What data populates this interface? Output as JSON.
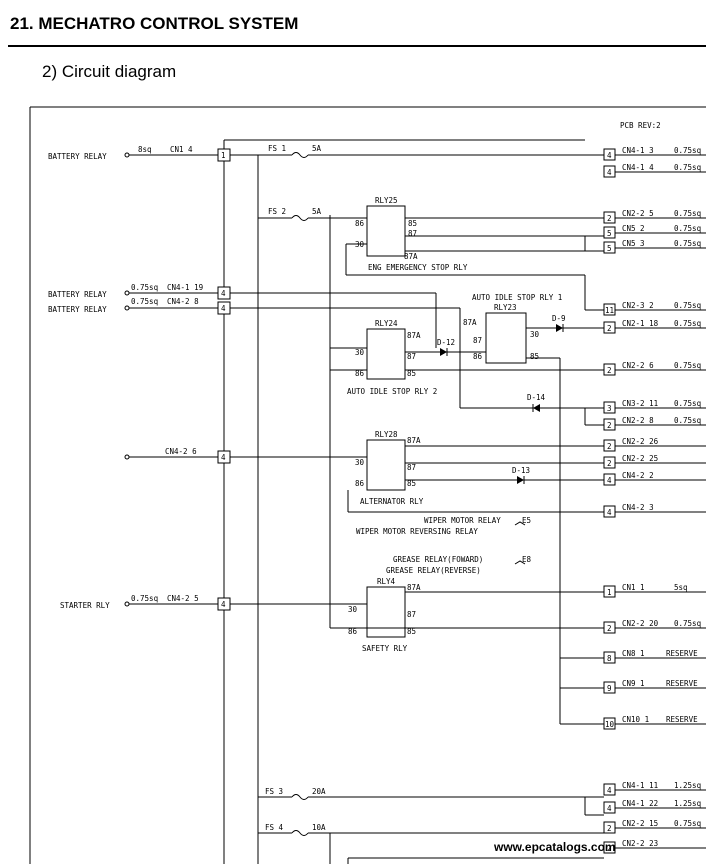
{
  "header": {
    "section": "21. MECHATRO CONTROL SYSTEM",
    "subtitle": "2)  Circuit diagram"
  },
  "diagram": {
    "pcb_rev": "PCB REV:2",
    "left_labels": [
      {
        "text": "BATTERY RELAY"
      },
      {
        "text": "BATTERY RELAY"
      },
      {
        "text": "BATTERY RELAY"
      },
      {
        "text": "STARTER RLY"
      }
    ],
    "wire_specs": [
      "8sq",
      "CN1 4",
      "0.75sq",
      "CN4-1 19",
      "0.75sq",
      "CN4-2 8",
      "CN4-2 6",
      "0.75sq",
      "CN4-2 5"
    ],
    "fuses": [
      {
        "name": "FS 1",
        "rating": "5A"
      },
      {
        "name": "FS 2",
        "rating": "5A"
      },
      {
        "name": "FS 3",
        "rating": "20A"
      },
      {
        "name": "FS 4",
        "rating": "10A"
      }
    ],
    "relays": [
      {
        "id": "RLY25",
        "caption": "ENG EMERGENCY STOP RLY"
      },
      {
        "id": "RLY24",
        "caption": "AUTO IDLE STOP RLY 2"
      },
      {
        "id": "RLY23",
        "caption": "AUTO IDLE STOP RLY 1"
      },
      {
        "id": "RLY28",
        "caption": "ALTERNATOR RLY"
      },
      {
        "id": "RLY4",
        "caption": "SAFETY RLY"
      }
    ],
    "diodes": [
      "D-12",
      "D-9",
      "D-14",
      "D-13"
    ],
    "ext_labels": [
      {
        "line1": "WIPER MOTOR RELAY",
        "line2": "WIPER MOTOR REVERSING RELAY",
        "tag": "E5"
      },
      {
        "line1": "GREASE RELAY(FOWARD)",
        "line2": "GREASE RELAY(REVERSE)",
        "tag": "E8"
      }
    ],
    "right_connectors": [
      {
        "pin": "4",
        "name": "CN4-1 3",
        "spec": "0.75sq"
      },
      {
        "pin": "4",
        "name": "CN4-1 4",
        "spec": "0.75sq"
      },
      {
        "pin": "2",
        "name": "CN2-2 5",
        "spec": "0.75sq"
      },
      {
        "pin": "5",
        "name": "CN5 2",
        "spec": "0.75sq"
      },
      {
        "pin": "5",
        "name": "CN5 3",
        "spec": "0.75sq"
      },
      {
        "pin": "11",
        "name": "CN2-3 2",
        "spec": "0.75sq"
      },
      {
        "pin": "2",
        "name": "CN2-1 18",
        "spec": "0.75sq"
      },
      {
        "pin": "2",
        "name": "CN2-2 6",
        "spec": "0.75sq"
      },
      {
        "pin": "3",
        "name": "CN3-2 11",
        "spec": "0.75sq"
      },
      {
        "pin": "2",
        "name": "CN2-2 8",
        "spec": "0.75sq"
      },
      {
        "pin": "2",
        "name": "CN2-2 26",
        "spec": ""
      },
      {
        "pin": "2",
        "name": "CN2-2 25",
        "spec": ""
      },
      {
        "pin": "4",
        "name": "CN4-2 2",
        "spec": ""
      },
      {
        "pin": "4",
        "name": "CN4-2 3",
        "spec": ""
      },
      {
        "pin": "1",
        "name": "CN1 1",
        "spec": "5sq"
      },
      {
        "pin": "2",
        "name": "CN2-2 20",
        "spec": "0.75sq"
      },
      {
        "pin": "8",
        "name": "CN8 1",
        "spec": "RESERVE"
      },
      {
        "pin": "9",
        "name": "CN9 1",
        "spec": "RESERVE"
      },
      {
        "pin": "10",
        "name": "CN10 1",
        "spec": "RESERVE"
      },
      {
        "pin": "4",
        "name": "CN4-1 11",
        "spec": "1.25sq"
      },
      {
        "pin": "4",
        "name": "CN4-1 22",
        "spec": "1.25sq"
      },
      {
        "pin": "2",
        "name": "CN2-2 15",
        "spec": "0.75sq"
      },
      {
        "pin": "2",
        "name": "CN2-2 23",
        "spec": ""
      }
    ],
    "watermark": "www.epcatalogs.com"
  }
}
